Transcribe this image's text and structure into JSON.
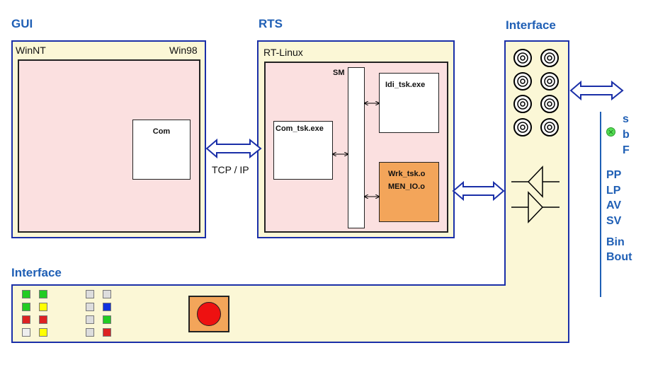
{
  "gui": {
    "heading": "GUI",
    "os_left": "WinNT",
    "os_right": "Win98",
    "com_label": "Com"
  },
  "link_label": "TCP / IP",
  "rts": {
    "heading": "RTS",
    "os": "RT-Linux",
    "sm_label": "SM",
    "com_task": "Com_tsk.exe",
    "idi_task": "Idi_tsk.exe",
    "wrk_task": "Wrk_tsk.o",
    "men_io": "MEN_IO.o"
  },
  "interface_right": {
    "heading": "Interface"
  },
  "interface_bottom": {
    "heading": "Interface"
  },
  "signals": {
    "status": [
      "s",
      "b",
      "F"
    ],
    "group1": [
      "PP",
      "LP",
      "AV",
      "SV"
    ],
    "group2": [
      "Bin",
      "Bout"
    ]
  },
  "leds": {
    "col1": [
      "#22cc22",
      "#22cc22",
      "#dd2222",
      "#eeeeee"
    ],
    "col2": [
      "#22cc22",
      "#ffff00",
      "#dd2222",
      "#ffff00"
    ],
    "col3": [
      "#dddddd",
      "#dddddd",
      "#dddddd",
      "#dddddd"
    ],
    "col4": [
      "#dddddd",
      "#1133dd",
      "#22cc22",
      "#dd2222"
    ]
  },
  "colors": {
    "panel_fill": "#fbf7d6",
    "panel_border": "#1a2fa8",
    "inner_fill": "#fbe0e0",
    "task_highlight": "#f3a55a",
    "heading": "#1f5fb5",
    "button_red": "#ee1111"
  }
}
